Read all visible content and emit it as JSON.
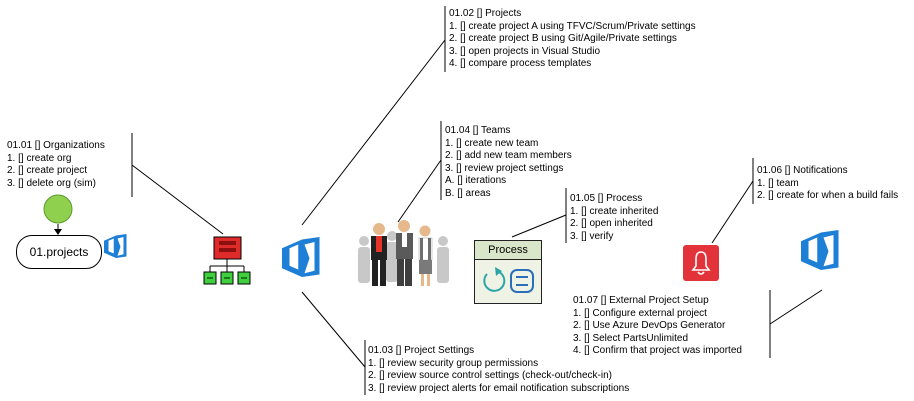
{
  "start_node": {
    "label": "01.projects"
  },
  "notes": {
    "organizations": {
      "title": "01.01 [] Organizations",
      "items": [
        "1. [] create org",
        "2. [] create project",
        "3. [] delete org (sim)"
      ]
    },
    "projects": {
      "title": "01.02 [] Projects",
      "items": [
        "1. [] create project A using TFVC/Scrum/Private settings",
        "2. [] create project B using Git/Agile/Private settings",
        "3. [] open projects in Visual Studio",
        "4. [] compare process templates"
      ]
    },
    "project_settings": {
      "title": "01.03 [] Project Settings",
      "items": [
        "1. [] review security group permissions",
        "2. [] review source control settings (check-out/check-in)",
        "3. [] review project alerts for email notification subscriptions"
      ]
    },
    "teams": {
      "title": "01.04 [] Teams",
      "items": [
        "1. [] create new team",
        "2. [] add new team members",
        "3. [] review project settings",
        "A. [] iterations",
        "B. [] areas"
      ]
    },
    "process": {
      "title": "01.05 [] Process",
      "items": [
        "1. [] create inherited",
        "2. [] open inherited",
        "3. [] verify"
      ]
    },
    "notifications": {
      "title": "01.06 [] Notifications",
      "items": [
        "1. [] team",
        "2. [] create for when a build fails"
      ]
    },
    "external_setup": {
      "title": "01.07 [] External Project Setup",
      "items": [
        "1. [] Configure external project",
        "2. [] Use Azure DevOps Generator",
        "3. [] Select PartsUnlimited",
        "4. [] Confirm that project was imported"
      ]
    }
  },
  "process_icon": {
    "label": "Process"
  },
  "colors": {
    "azure": "#1e7fd6",
    "start_circle": "#8fd14f",
    "org_top": "#e02b2b",
    "org_child": "#3fcf3f",
    "bell": "#e2333b"
  },
  "icons": [
    "azure-devops-icon",
    "org-chart-icon",
    "people-icon",
    "process-icon",
    "bell-icon"
  ]
}
